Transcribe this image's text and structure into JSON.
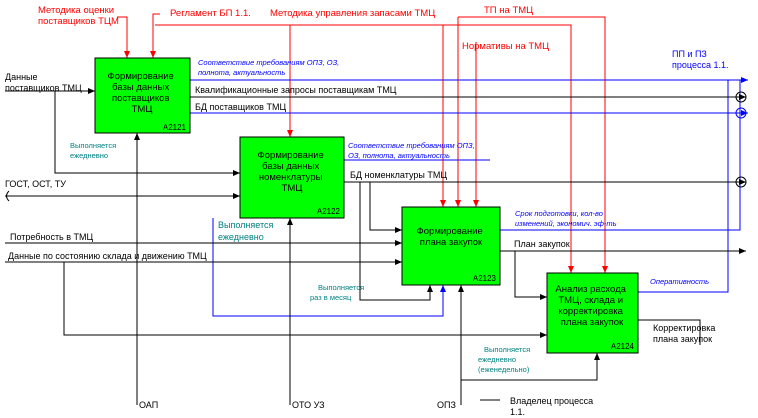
{
  "colors": {
    "box_fill": "#00ff00",
    "control": "#ff0000",
    "feedback": "#0000ff",
    "note": "#008080",
    "black": "#000000"
  },
  "boxes": [
    {
      "id": "A2121",
      "lines": [
        "Формирование",
        "базы данных",
        "поставщиков",
        "ТМЦ"
      ],
      "num": "A2121"
    },
    {
      "id": "A2122",
      "lines": [
        "Формирование",
        "базы данных",
        "номенклатуры",
        "ТМЦ"
      ],
      "num": "A2122"
    },
    {
      "id": "A2123",
      "lines": [
        "Формирование",
        "плана закупок"
      ],
      "num": "A2123"
    },
    {
      "id": "A2124",
      "lines": [
        "Анализ расхода",
        "ТМЦ, склада и",
        "корректировка",
        "плана закупок"
      ],
      "num": "A2124"
    }
  ],
  "controls": {
    "metod_ocenki": [
      "Методика оценки",
      "поставщиков ТЦМ"
    ],
    "reglament": "Регламент БП 1.1.",
    "metod_zapasov": "Методика управления запасами ТМЦ",
    "tp": "ТП на ТМЦ",
    "normativy": "Нормативы на ТМЦ"
  },
  "inputs": {
    "dannye_postavshchikov": [
      "Данные",
      "поставщиков ТМЦ"
    ],
    "gost": "ГОСТ, ОСТ, ТУ",
    "potrebnost": "Потребность в ТМЦ",
    "dannye_sklada": "Данные по состоянию склада и движению ТМЦ"
  },
  "outputs": {
    "pp_pz": [
      "ПП и ПЗ",
      "процесса 1.1."
    ],
    "kvalif": "Квалификационные запросы поставщикам ТМЦ",
    "bd_postavshchikov": "БД поставщиков ТМЦ",
    "bd_nomenklatury": "БД номенклатуры ТМЦ",
    "plan_zakupok": "План закупок",
    "korrektirovka": [
      "Корректировка",
      "плана закупок"
    ]
  },
  "feedback_notes": {
    "sootv1": [
      "Соответствие требованиям ОПЗ, ОЗ,",
      "полнота, актуальность"
    ],
    "sootv2": [
      "Соответствие требованиям ОПЗ,",
      "ОЗ, полнота, актуальность"
    ],
    "sroki": [
      "Срок подготовки, кол-во",
      "изменений, экономич. эф-ть"
    ],
    "operativnost": [
      "Оперативность"
    ]
  },
  "frequency_notes": {
    "f1": [
      "Выполняется",
      "ежедневно"
    ],
    "f2": [
      "Выполняется",
      "ежедневно"
    ],
    "f3": [
      "Выполняется",
      "раз в месяц"
    ],
    "f4": [
      "Выполняется",
      "ежедневно",
      "(еженедельно)"
    ]
  },
  "mechanisms": {
    "oap": "ОАП",
    "oto": "ОТО УЗ",
    "opz": "ОПЗ",
    "vladelec": [
      "Владелец процесса",
      "1.1."
    ]
  }
}
